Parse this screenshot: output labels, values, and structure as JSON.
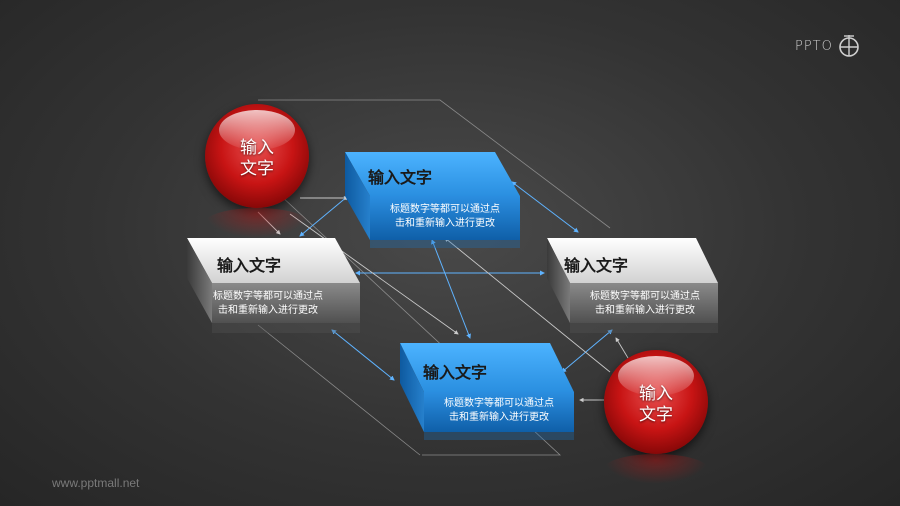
{
  "logo": {
    "text": "PPTO",
    "icon": "network-circle-icon"
  },
  "watermark": "www.pptmall.net",
  "colors": {
    "blue_face": "#3aa3ee",
    "blue_body": "#1f7fd0",
    "gray_face": "#efefef",
    "gray_body": "#6e6e6e",
    "sphere_red": "#c81414",
    "arrow_blue": "#5fb3ff",
    "arrow_gray": "#cccccc"
  },
  "spheres": [
    {
      "id": "sphere-top-left",
      "label": "输入\n文字"
    },
    {
      "id": "sphere-bottom-right",
      "label": "输入\n文字"
    }
  ],
  "boxes": [
    {
      "id": "box-top-blue",
      "title": "输入文字",
      "desc": "标题数字等都可以通过点\n击和重新输入进行更改"
    },
    {
      "id": "box-left-gray",
      "title": "输入文字",
      "desc": "标题数字等都可以通过点\n击和重新输入进行更改"
    },
    {
      "id": "box-right-gray",
      "title": "输入文字",
      "desc": "标题数字等都可以通过点\n击和重新输入进行更改"
    },
    {
      "id": "box-bottom-blue",
      "title": "输入文字",
      "desc": "标题数字等都可以通过点\n击和重新输入进行更改"
    }
  ]
}
